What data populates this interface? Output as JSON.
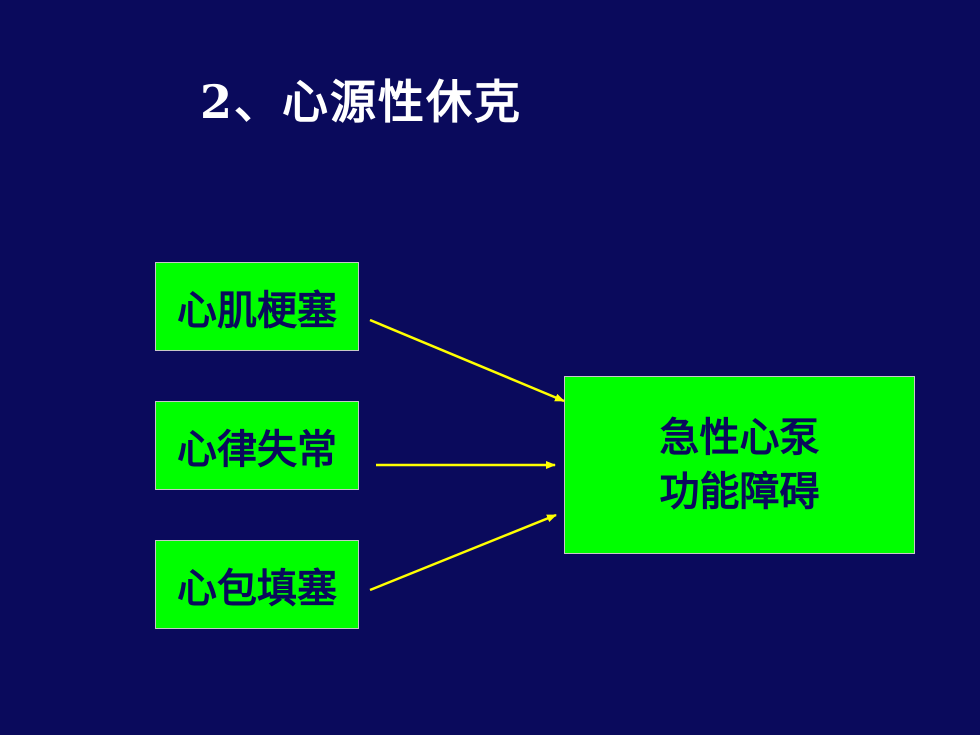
{
  "title": "2、心源性休克",
  "causes": [
    {
      "label": "心肌梗塞"
    },
    {
      "label": "心律失常"
    },
    {
      "label": "心包填塞"
    }
  ],
  "effect": {
    "line1": "急性心泵",
    "line2": "功能障碍"
  },
  "colors": {
    "background": "#0a0a5c",
    "box_fill": "#00ff00",
    "box_text": "#0a0a5c",
    "arrow": "#ffff00",
    "title": "#ffffff"
  }
}
